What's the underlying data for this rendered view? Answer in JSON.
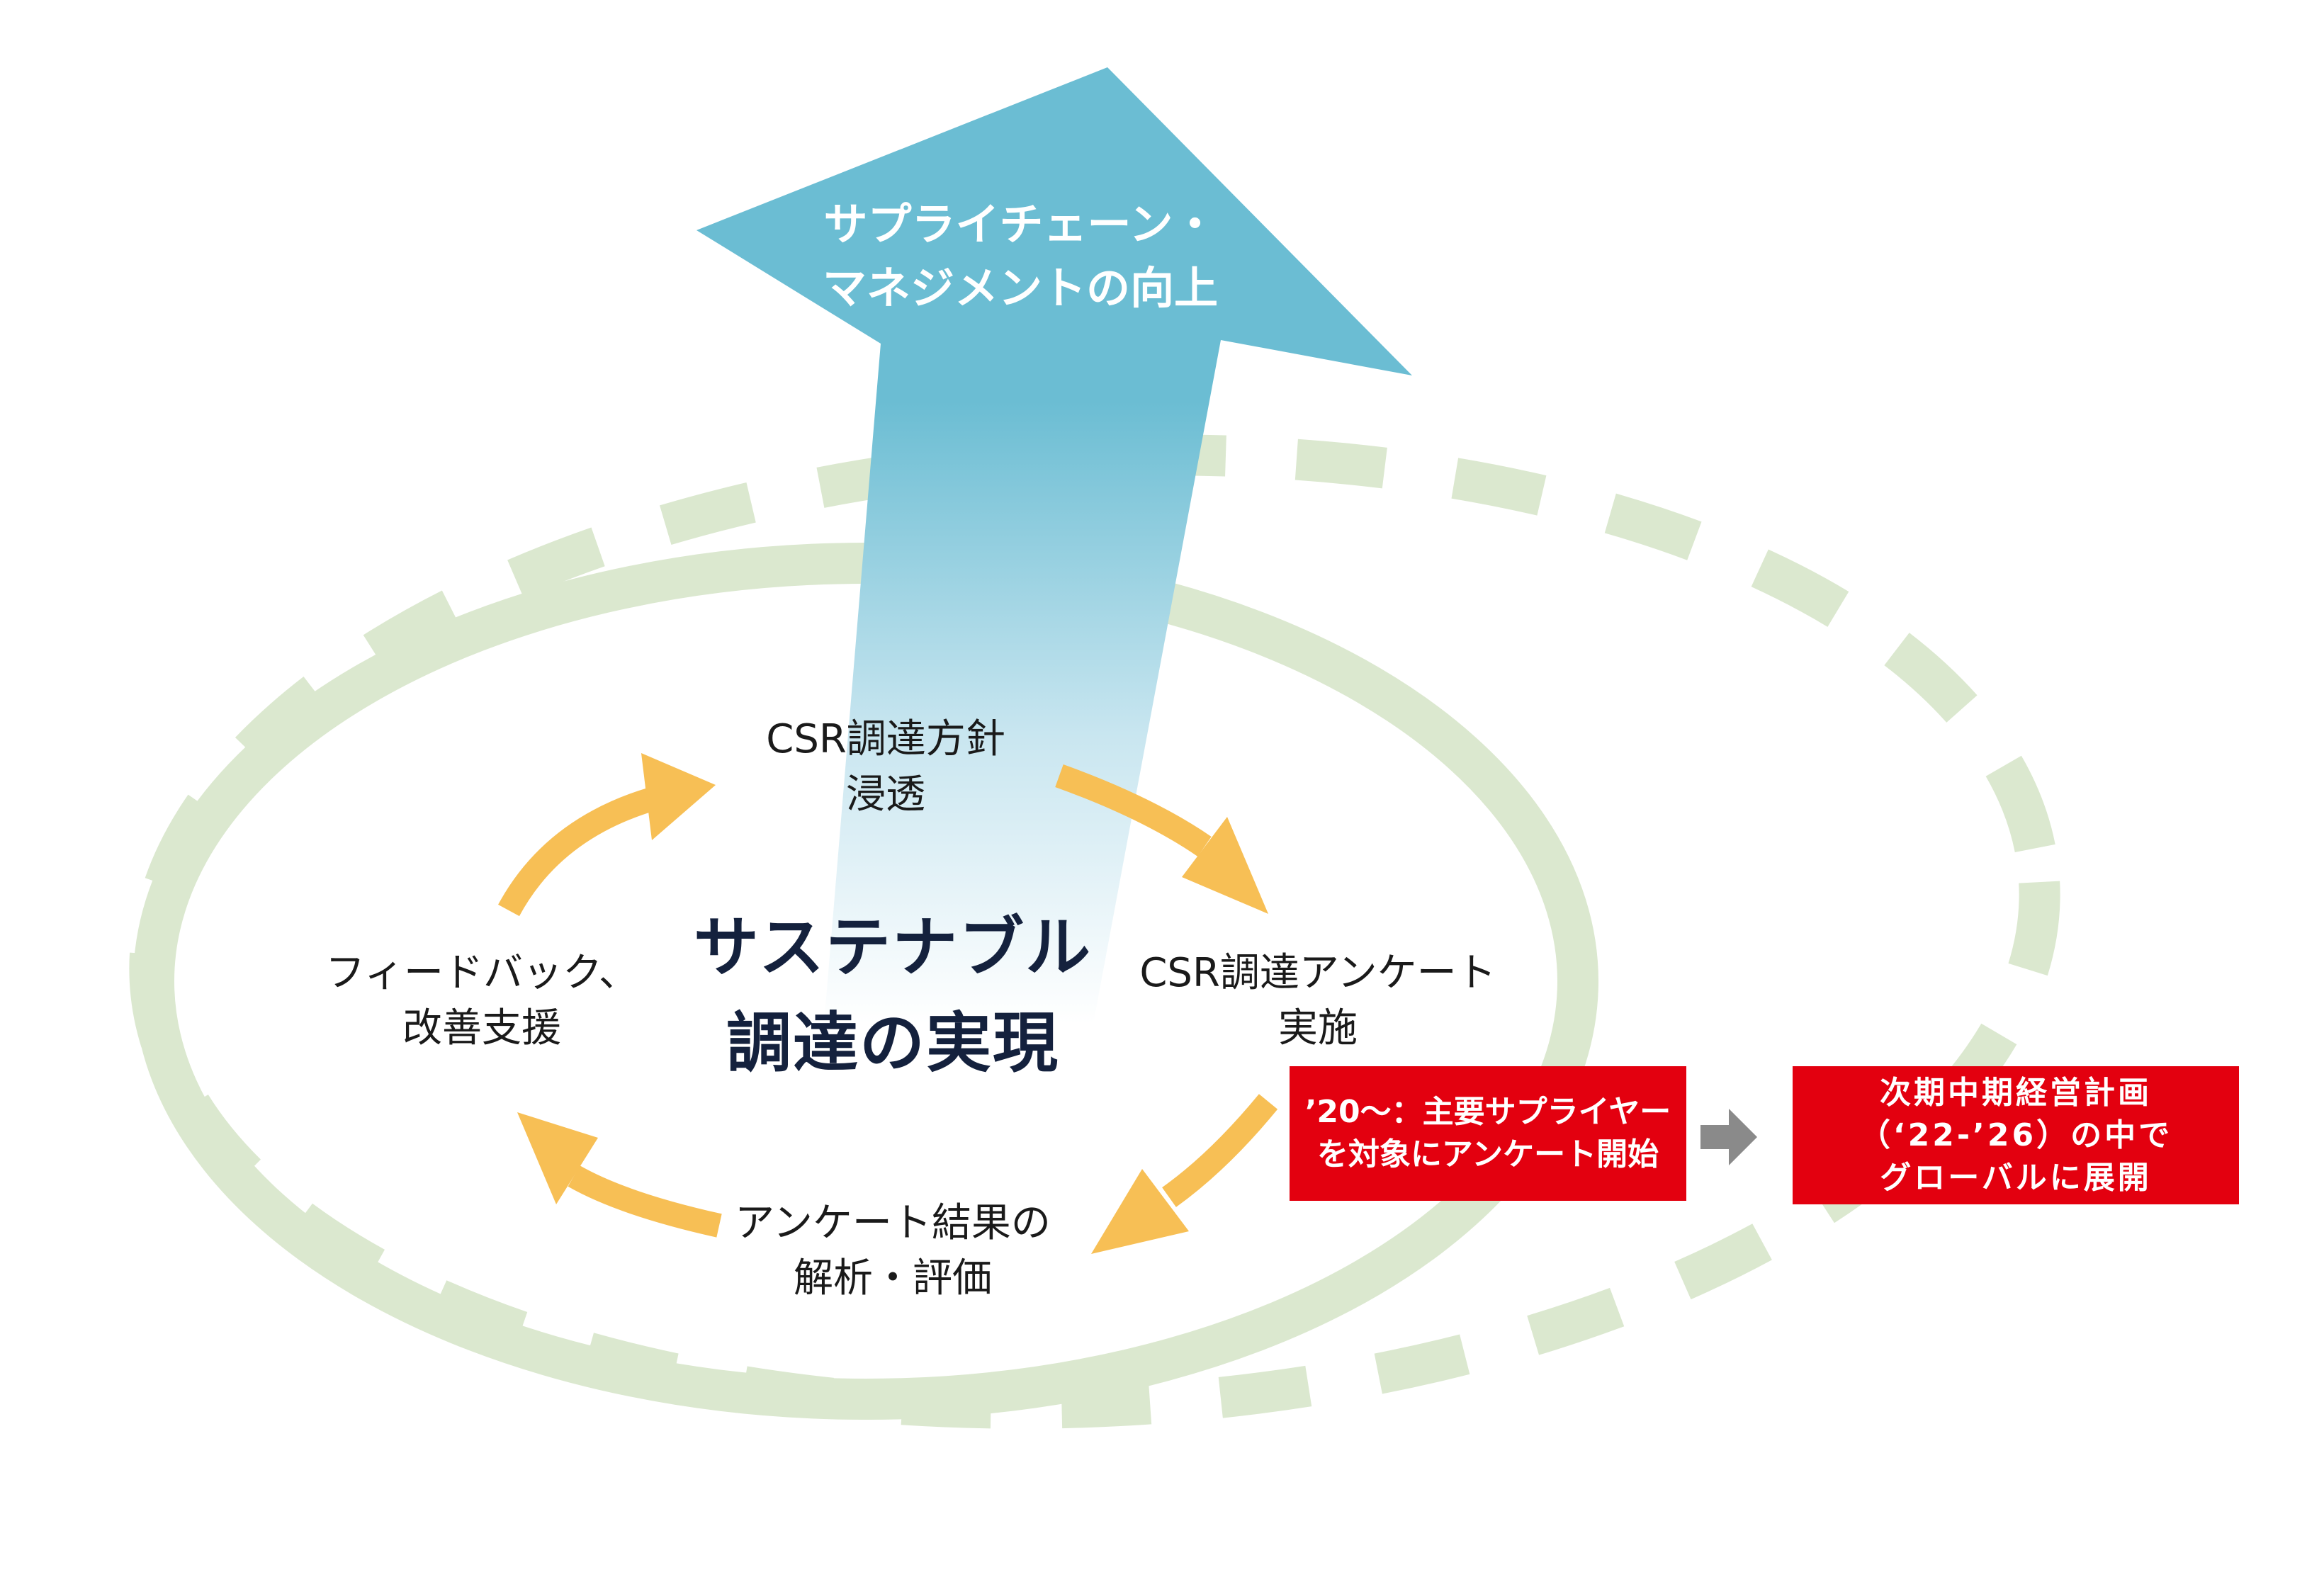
{
  "colors": {
    "ring": "#dbe8cf",
    "cycle_arrows": "#f7bf55",
    "up_arrow_top": "#6bbdd3",
    "up_arrow_bottom": "#ffffff",
    "red_box": "#e3000f",
    "grey_arrow": "#8a8a8a",
    "title_text": "#14213d"
  },
  "up_arrow": {
    "title_line1": "サプライチェーン・",
    "title_line2": "マネジメントの向上"
  },
  "center": {
    "title_line1": "サステナブル",
    "title_line2": "調達の実現"
  },
  "steps": {
    "top": {
      "line1": "CSR調達方針",
      "line2": "浸透"
    },
    "right": {
      "line1": "CSR調達アンケート",
      "line2": "実施"
    },
    "bottom": {
      "line1": "アンケート結果の",
      "line2": "解析・評価"
    },
    "left": {
      "line1": "フィードバック、",
      "line2": "改善支援"
    }
  },
  "callouts": {
    "current": {
      "line1": "’20～：主要サプライヤー",
      "line2": "を対象にアンケート開始"
    },
    "next": {
      "line1": "次期中期経営計画",
      "line2": "（‘22-’26）の中で",
      "line3": "グローバルに展開"
    }
  }
}
